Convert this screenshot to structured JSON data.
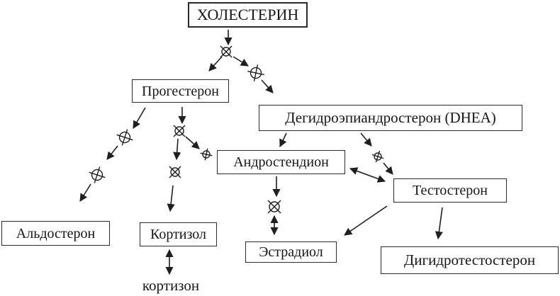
{
  "diagram": {
    "background_color": "#ffffff",
    "ink_color": "#1f1f1f",
    "nodes": {
      "cholesterol": {
        "label": "ХОЛЕСТЕРИН",
        "boxed": true
      },
      "progesterone": {
        "label": "Прогестерон",
        "boxed": true
      },
      "dhea": {
        "label": "Дегидроэпиандростерон (DHEA)",
        "boxed": true
      },
      "androstenedione": {
        "label": "Андростендион",
        "boxed": true
      },
      "testosterone": {
        "label": "Тестостерон",
        "boxed": true
      },
      "aldosterone": {
        "label": "Альдостерон",
        "boxed": true
      },
      "cortisol": {
        "label": "Кортизол",
        "boxed": true
      },
      "estradiol": {
        "label": "Эстрадиол",
        "boxed": true
      },
      "dihydrotestosterone": {
        "label": "Дигидротестостерон",
        "boxed": true
      },
      "cortisone": {
        "label": "кортизон",
        "boxed": false
      }
    },
    "marker_glyphs": {
      "x_circle": "circle crossed by X rays",
      "crosshair_circle": "circle with crosshair ticks"
    },
    "edges": [
      {
        "from": "cholesterol",
        "to": "progesterone",
        "via": [
          "x_circle"
        ],
        "bidirectional": false
      },
      {
        "from": "cholesterol",
        "to": "dhea",
        "via": [
          "x_circle",
          "crosshair_circle"
        ],
        "bidirectional": false
      },
      {
        "from": "progesterone",
        "to": "aldosterone",
        "via": [
          "crosshair_circle",
          "crosshair_circle"
        ],
        "bidirectional": false
      },
      {
        "from": "progesterone",
        "to": "cortisol",
        "via": [
          "x_circle",
          "x_circle"
        ],
        "bidirectional": false
      },
      {
        "from": "progesterone",
        "to": "androstenedione",
        "via": [
          "x_circle",
          "crosshair_circle"
        ],
        "bidirectional": false
      },
      {
        "from": "dhea",
        "to": "androstenedione",
        "via": [],
        "bidirectional": false
      },
      {
        "from": "dhea",
        "to": "testosterone",
        "via": [
          "crosshair_circle"
        ],
        "bidirectional": false
      },
      {
        "from": "androstenedione",
        "to": "testosterone",
        "via": [],
        "bidirectional": true
      },
      {
        "from": "androstenedione",
        "to": "estradiol",
        "via": [
          "x_circle"
        ],
        "bidirectional": true
      },
      {
        "from": "testosterone",
        "to": "estradiol",
        "via": [],
        "bidirectional": false
      },
      {
        "from": "testosterone",
        "to": "dihydrotestosterone",
        "via": [],
        "bidirectional": false
      },
      {
        "from": "cortisol",
        "to": "cortisone",
        "via": [],
        "bidirectional": true
      }
    ]
  }
}
